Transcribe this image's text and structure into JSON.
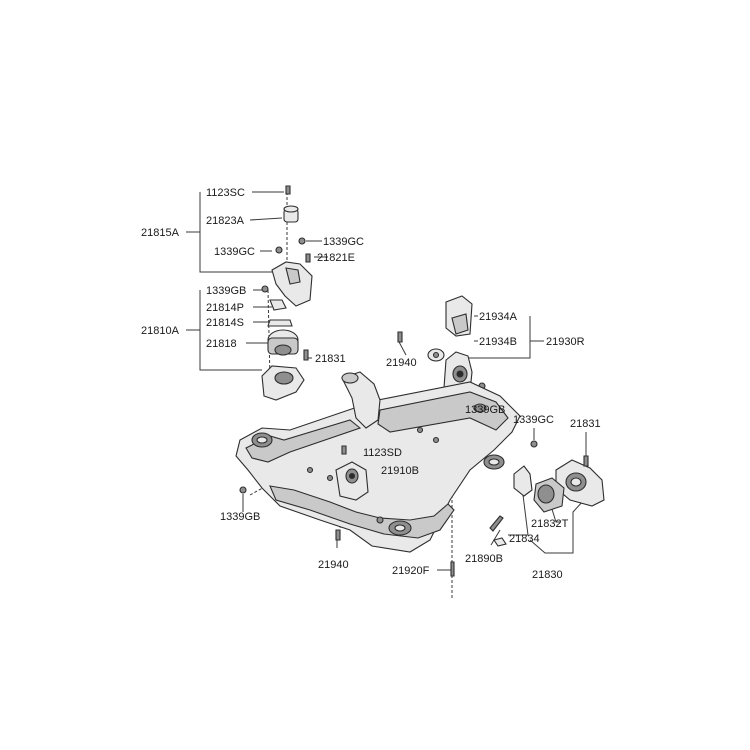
{
  "labels": {
    "l_1123SC": "1123SC",
    "l_21823A": "21823A",
    "l_21815A": "21815A",
    "l_1339GC_a": "1339GC",
    "l_1339GC_b": "1339GC",
    "l_21821E": "21821E",
    "l_1339GB_a": "1339GB",
    "l_21814P": "21814P",
    "l_21810A": "21810A",
    "l_21814S": "21814S",
    "l_21818": "21818",
    "l_21831_a": "21831",
    "l_21934A": "21934A",
    "l_21934B": "21934B",
    "l_21930R": "21930R",
    "l_21940_a": "21940",
    "l_1339GB_b": "1339GB",
    "l_1339GC_c": "1339GC",
    "l_21831_b": "21831",
    "l_1123SD": "1123SD",
    "l_21910B": "21910B",
    "l_1339GB_c": "1339GB",
    "l_21832T": "21832T",
    "l_21834": "21834",
    "l_21890B": "21890B",
    "l_21830": "21830",
    "l_21940_b": "21940",
    "l_21920F": "21920F"
  }
}
